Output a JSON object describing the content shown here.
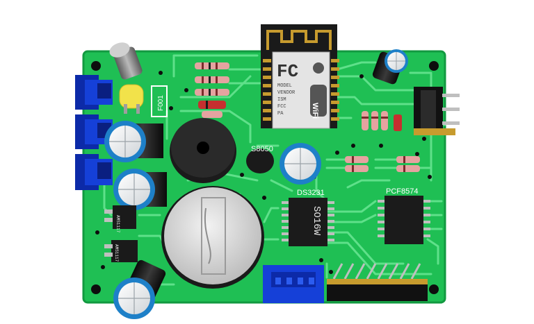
{
  "board": {
    "pcb_color": "#1fbf54",
    "trace_color": "#5fe08a",
    "labels": {
      "transistor": "S8050",
      "rtc": "DS3231",
      "expander": "PCF8574"
    },
    "rtc_chip_marking": "SO16W",
    "wifi_module": {
      "logo_fc": "FC",
      "logo_wifi": "WiFi",
      "small_text": [
        "MODEL",
        "VENDOR",
        "ISM",
        "FCC",
        "PA"
      ]
    },
    "regulators": [
      "AMS1117",
      "AMS1117"
    ],
    "fuse_text": "F001"
  }
}
